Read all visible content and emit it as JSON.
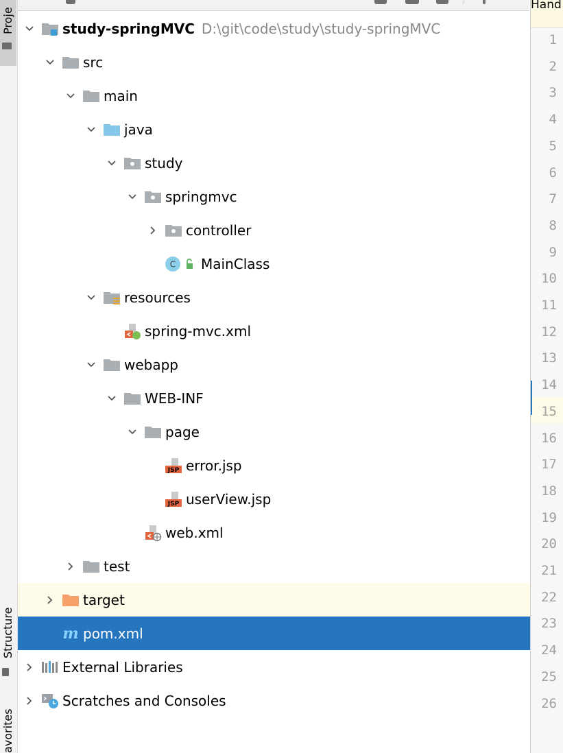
{
  "side_tabs": {
    "project": "Proje",
    "structure": "Structure",
    "favorites": "avorites"
  },
  "editor": {
    "tab_title": "Hand",
    "current_line": 15,
    "line_numbers": [
      "1",
      "2",
      "3",
      "4",
      "5",
      "6",
      "7",
      "8",
      "9",
      "10",
      "11",
      "12",
      "13",
      "14",
      "15",
      "16",
      "17",
      "18",
      "19",
      "20",
      "21",
      "22",
      "23",
      "24",
      "25",
      "26"
    ]
  },
  "tree": {
    "root": {
      "label": "study-springMVC",
      "path": "D:\\git\\code\\study\\study-springMVC"
    },
    "src": "src",
    "main": "main",
    "java": "java",
    "study": "study",
    "springmvc": "springmvc",
    "controller": "controller",
    "mainclass": "MainClass",
    "resources": "resources",
    "spring_mvc_xml": "spring-mvc.xml",
    "webapp": "webapp",
    "web_inf": "WEB-INF",
    "page": "page",
    "error_jsp": "error.jsp",
    "userview_jsp": "userView.jsp",
    "web_xml": "web.xml",
    "test": "test",
    "target": "target",
    "pom_xml": "pom.xml",
    "external_libraries": "External Libraries",
    "scratches": "Scratches and Consoles"
  },
  "icon_text": {
    "class_badge": "C",
    "jsp_badge": "JSP",
    "maven_badge": "m"
  },
  "colors": {
    "selection": "#2675bf",
    "highlight": "#fefce9",
    "folder_gray": "#a9aeb3",
    "source_folder": "#84c7e8",
    "excluded_folder": "#f6a16a"
  }
}
